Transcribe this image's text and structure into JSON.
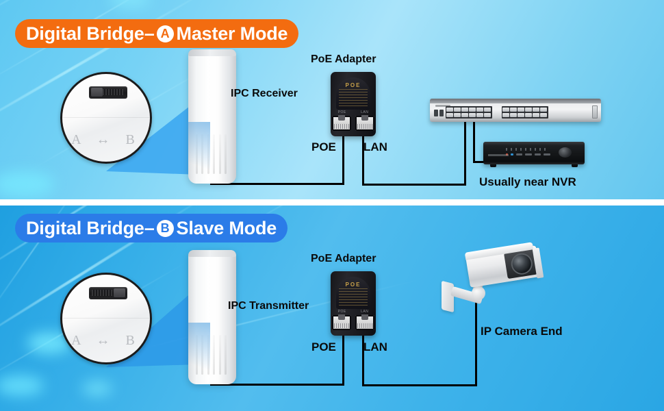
{
  "panels": [
    {
      "id": "master",
      "banner": {
        "prefix": "Digital Bridge–",
        "badge": "A",
        "suffix": "Master Mode",
        "color": "#f36c10"
      },
      "magnifier": {
        "label": "A ↔ B",
        "switch_position": "A"
      },
      "labels": {
        "cpe": "IPC Receiver",
        "poe_adapter": "PoE Adapter",
        "port_poe": "POE",
        "port_lan": "LAN",
        "endpoint": "Usually near NVR"
      }
    },
    {
      "id": "slave",
      "banner": {
        "prefix": "Digital Bridge–",
        "badge": "B",
        "suffix": "Slave Mode",
        "color": "#2b7ce8"
      },
      "magnifier": {
        "label": "A ↔ B",
        "switch_position": "B"
      },
      "labels": {
        "cpe": "IPC Transmitter",
        "poe_adapter": "PoE Adapter",
        "port_poe": "POE",
        "port_lan": "LAN",
        "endpoint": "IP Camera End"
      }
    }
  ],
  "device_text": {
    "poe_brand": "POE",
    "poe_port_poe": "POE",
    "poe_port_lan": "LAN"
  }
}
